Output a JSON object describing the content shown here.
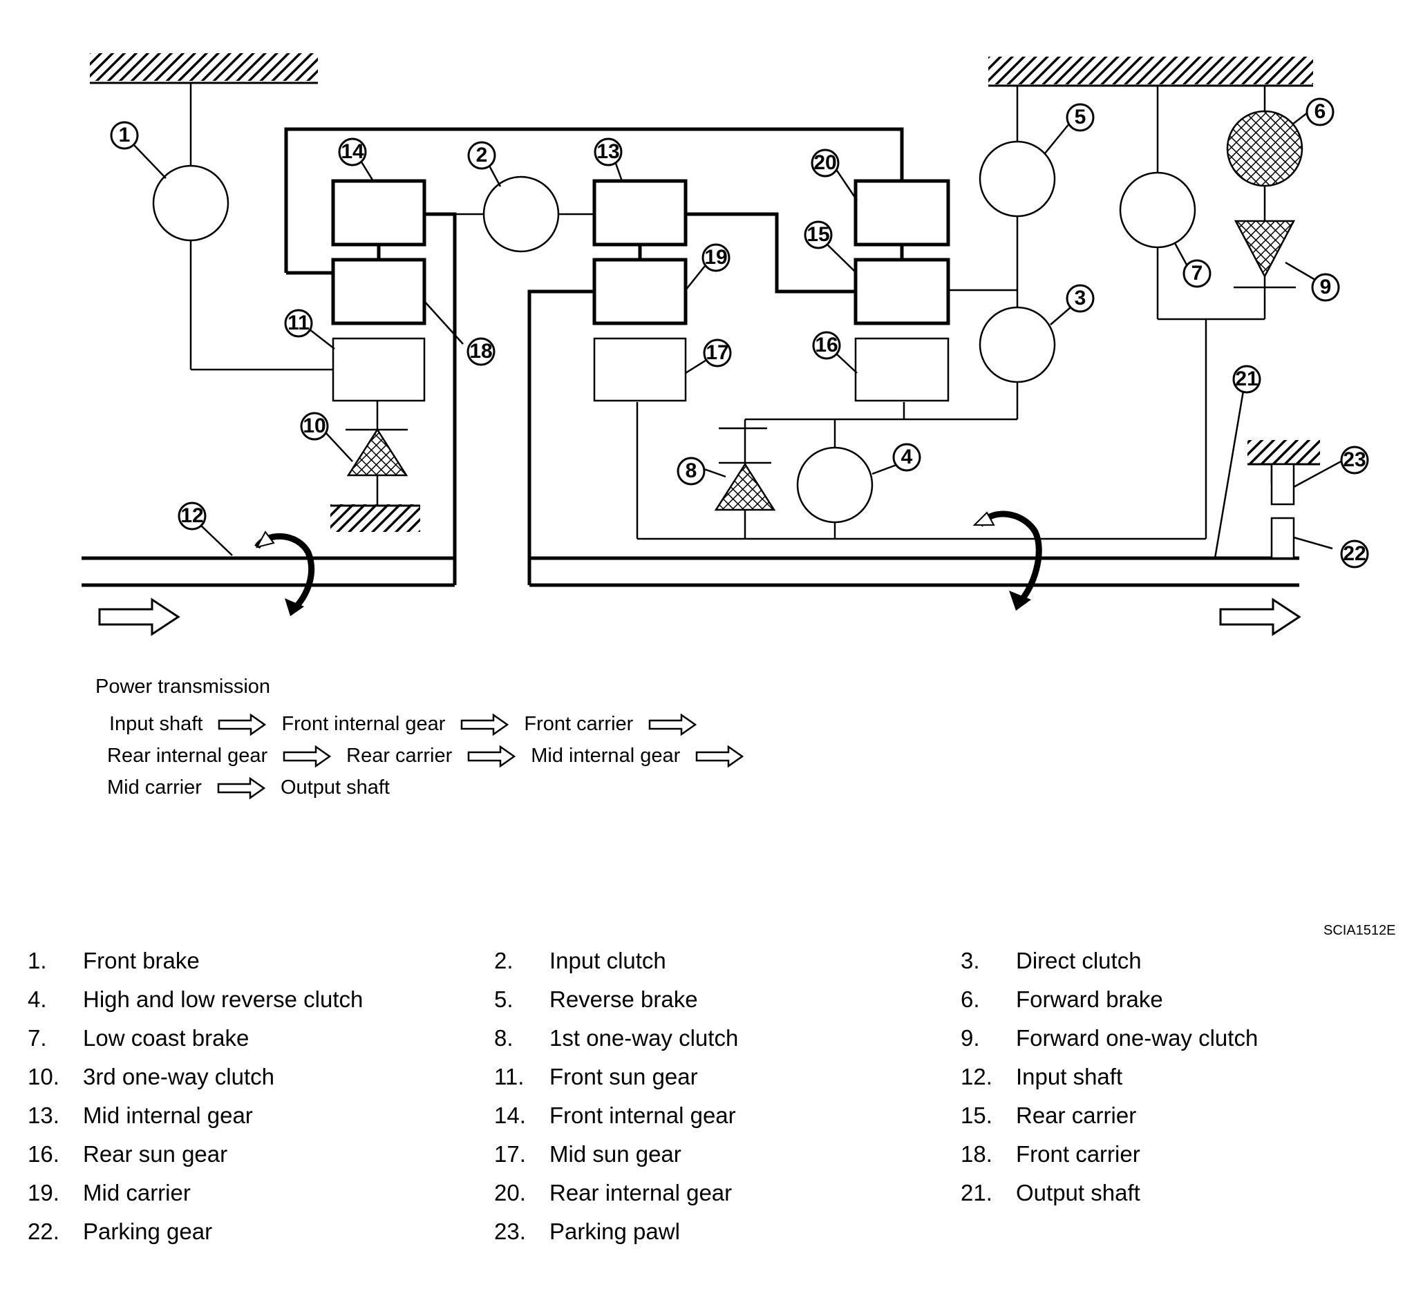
{
  "callouts": [
    {
      "n": "1",
      "label": "1"
    },
    {
      "n": "2",
      "label": "2"
    },
    {
      "n": "3",
      "label": "3"
    },
    {
      "n": "4",
      "label": "4"
    },
    {
      "n": "5",
      "label": "5"
    },
    {
      "n": "6",
      "label": "6"
    },
    {
      "n": "7",
      "label": "7"
    },
    {
      "n": "8",
      "label": "8"
    },
    {
      "n": "9",
      "label": "9"
    },
    {
      "n": "10",
      "label": "10"
    },
    {
      "n": "11",
      "label": "11"
    },
    {
      "n": "12",
      "label": "12"
    },
    {
      "n": "13",
      "label": "13"
    },
    {
      "n": "14",
      "label": "14"
    },
    {
      "n": "15",
      "label": "15"
    },
    {
      "n": "16",
      "label": "16"
    },
    {
      "n": "17",
      "label": "17"
    },
    {
      "n": "18",
      "label": "18"
    },
    {
      "n": "19",
      "label": "19"
    },
    {
      "n": "20",
      "label": "20"
    },
    {
      "n": "21",
      "label": "21"
    },
    {
      "n": "22",
      "label": "22"
    },
    {
      "n": "23",
      "label": "23"
    }
  ],
  "power_transmission": {
    "title": "Power transmission",
    "row1": [
      "Input shaft",
      "Front internal gear",
      "Front carrier"
    ],
    "row2": [
      "Rear internal gear",
      "Rear carrier",
      "Mid internal gear"
    ],
    "row3": [
      "Mid carrier",
      "Output shaft"
    ]
  },
  "figure_code": "SCIA1512E",
  "legend": [
    {
      "num": "1.",
      "label": "Front brake"
    },
    {
      "num": "2.",
      "label": "Input clutch"
    },
    {
      "num": "3.",
      "label": "Direct clutch"
    },
    {
      "num": "4.",
      "label": "High and low reverse clutch"
    },
    {
      "num": "5.",
      "label": "Reverse brake"
    },
    {
      "num": "6.",
      "label": "Forward brake"
    },
    {
      "num": "7.",
      "label": "Low coast brake"
    },
    {
      "num": "8.",
      "label": "1st one-way clutch"
    },
    {
      "num": "9.",
      "label": "Forward one-way clutch"
    },
    {
      "num": "10.",
      "label": "3rd one-way clutch"
    },
    {
      "num": "11.",
      "label": "Front sun gear"
    },
    {
      "num": "12.",
      "label": "Input shaft"
    },
    {
      "num": "13.",
      "label": "Mid internal gear"
    },
    {
      "num": "14.",
      "label": "Front internal gear"
    },
    {
      "num": "15.",
      "label": "Rear carrier"
    },
    {
      "num": "16.",
      "label": "Rear sun gear"
    },
    {
      "num": "17.",
      "label": "Mid sun gear"
    },
    {
      "num": "18.",
      "label": "Front carrier"
    },
    {
      "num": "19.",
      "label": "Mid carrier"
    },
    {
      "num": "20.",
      "label": "Rear internal gear"
    },
    {
      "num": "21.",
      "label": "Output shaft"
    },
    {
      "num": "22.",
      "label": "Parking gear"
    },
    {
      "num": "23.",
      "label": "Parking pawl"
    }
  ]
}
